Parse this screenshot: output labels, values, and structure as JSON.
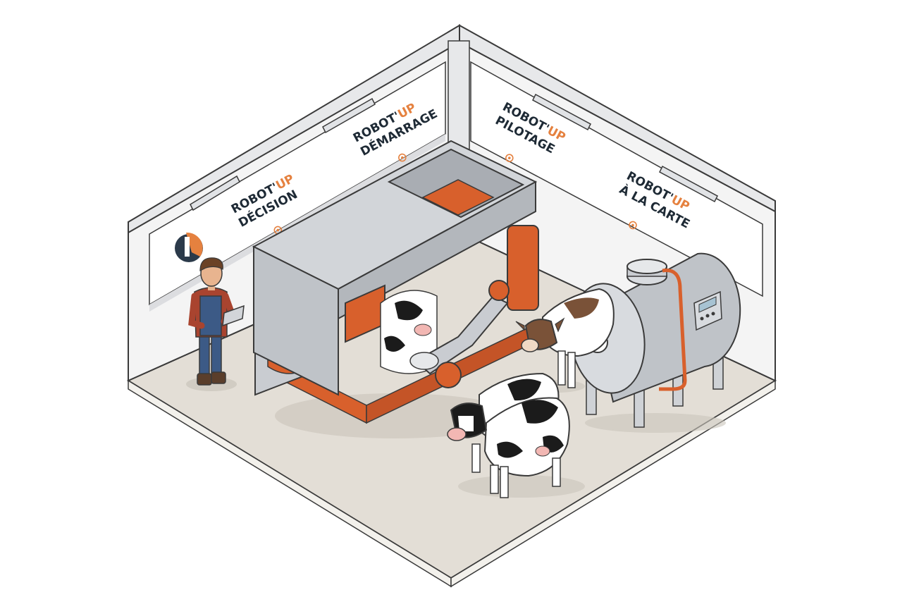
{
  "colors": {
    "accent": "#e5813f",
    "robot_orange": "#d8602c",
    "robot_grey": "#c9ccd1",
    "floor": "#e3ded6",
    "wall": "#f4f4f4",
    "navy": "#2b3a4a",
    "cow_black": "#1b1b1b"
  },
  "icons": [
    "brand-logo-icon",
    "target-icon"
  ],
  "panels": [
    {
      "brand": "ROBOT'",
      "brand_accent": "UP",
      "name": "DÉCISION"
    },
    {
      "brand": "ROBOT'",
      "brand_accent": "UP",
      "name": "DÉMARRAGE"
    },
    {
      "brand": "ROBOT'",
      "brand_accent": "UP",
      "name": "PILOTAGE"
    },
    {
      "brand": "ROBOT'",
      "brand_accent": "UP",
      "name": "À LA CARTE"
    }
  ]
}
